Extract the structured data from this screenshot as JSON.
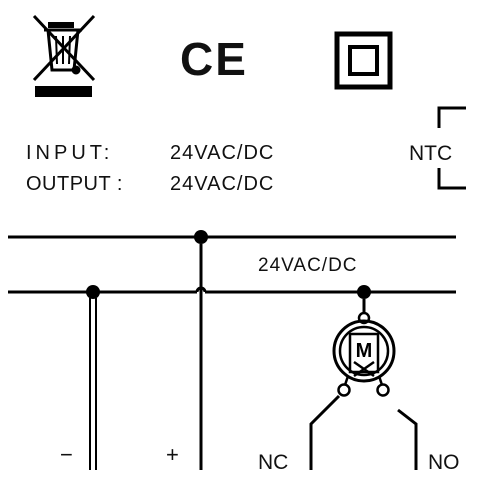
{
  "specs": {
    "input_label": "INPUT:",
    "input_value": "24VAC/DC",
    "output_label": "OUTPUT :",
    "output_value": "24VAC/DC"
  },
  "ntc": {
    "label": "NTC"
  },
  "certifications": {
    "ce": "CE"
  },
  "circuit": {
    "rail_voltage": "24VAC/DC",
    "terminal_minus": "−",
    "terminal_plus": "+",
    "contact_nc": "NC",
    "contact_no": "NO",
    "motor_symbol": "M"
  },
  "icons": [
    "weee-crossed-bin-icon",
    "ce-mark-icon",
    "double-insulation-icon",
    "motor-icon"
  ],
  "colors": {
    "ink": "#000000",
    "background": "#ffffff"
  }
}
